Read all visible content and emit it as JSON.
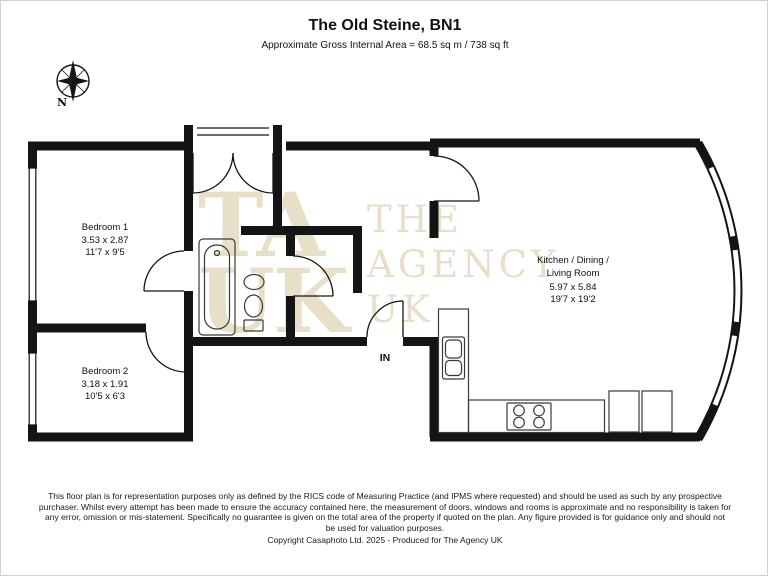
{
  "header": {
    "title": "The Old Steine, BN1",
    "subtitle": "Approximate Gross Internal Area = 68.5 sq m / 738 sq ft"
  },
  "compass": {
    "north_label": "N"
  },
  "watermarks": {
    "monogram_line1": "TA",
    "monogram_line2": "UK",
    "agency_line1": "THE",
    "agency_line2": "AGENCY",
    "agency_line3": "UK"
  },
  "rooms": {
    "bedroom1": {
      "name": "Bedroom 1",
      "size_metric": "3.53 x 2.87",
      "size_imperial": "11'7 x 9'5"
    },
    "bedroom2": {
      "name": "Bedroom 2",
      "size_metric": "3.18 x 1.91",
      "size_imperial": "10'5 x 6'3"
    },
    "living": {
      "name_line1": "Kitchen / Dining /",
      "name_line2": "Living Room",
      "size_metric": "5.97 x 5.84",
      "size_imperial": "19'7 x 19'2"
    }
  },
  "entrance": {
    "label": "IN"
  },
  "footer": {
    "disclaimer_line1": "This floor plan is for representation purposes only as defined by the RICS code of Measuring Practice (and IPMS where requested) and should be used as such by any prospective",
    "disclaimer_line2": "purchaser. Whilst every attempt has been made to ensure the accuracy contained here, the measurement of doors, windows and rooms is approximate and no responsibility is taken for",
    "disclaimer_line3": "any error, omission or mis-statement. Specifically no guarantee is given on the total area of the property if quoted on the plan. Any figure provided is for guidance only and should not",
    "disclaimer_line4": "be used for valuation purposes.",
    "copyright": "Copyright Casaphoto Ltd. 2025 - Produced for The Agency UK"
  },
  "colors": {
    "wall": "#141414",
    "ink": "#111111",
    "watermark": "#e8dfc9"
  }
}
